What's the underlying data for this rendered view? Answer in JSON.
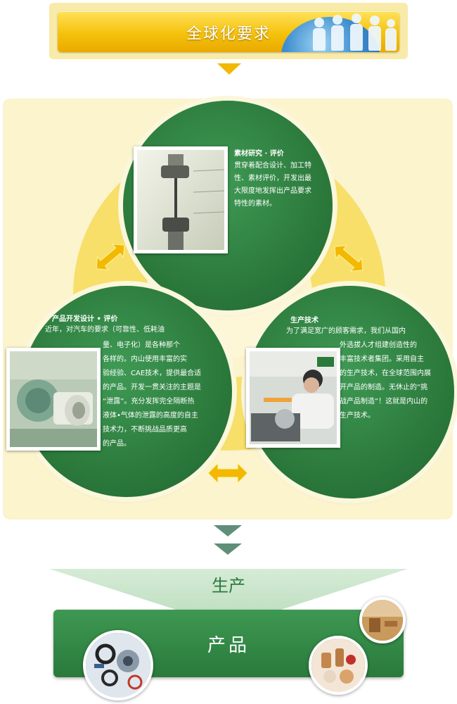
{
  "header": {
    "title": "全球化要求"
  },
  "nodes": {
    "material": {
      "title": "素材研究 · 评价",
      "lines": [
        "贯穿着配合设计、加工特",
        "性、素材评价，开发出最",
        "大限度地发挥出产品要求",
        "特性的素材。"
      ]
    },
    "design": {
      "title": "产品开发设计 • 评价",
      "lines": [
        "近年，对汽车的要求（可靠性、低耗油",
        "量、电子化）是各种那个",
        "各样的。内山使用丰富的实",
        "验经验、CAE技术，提供最合适",
        "的产品。开发一贯关注的主题是",
        "“泄露”。充分发挥完全隔断热",
        "液体•气体的泄露的高度的自主",
        "技术力，不断挑战品质更高",
        "的产品。"
      ]
    },
    "production": {
      "title": "生产技术",
      "lines": [
        "为了满足宽广的顾客需求，我们从国内",
        "外选拔人才组建创造性的",
        "丰富技术者集团。采用自主",
        "的生产技术，在全球范围内展",
        "开产品的制造。无休止的“挑",
        "战产品制造”！这就是内山的",
        "生产技术。"
      ]
    }
  },
  "flow": {
    "production_label": "生产",
    "product_label": "产品"
  },
  "colors": {
    "green": "#2c7a3c",
    "yellow": "#f5c20c",
    "cream": "#fbf4cc"
  }
}
